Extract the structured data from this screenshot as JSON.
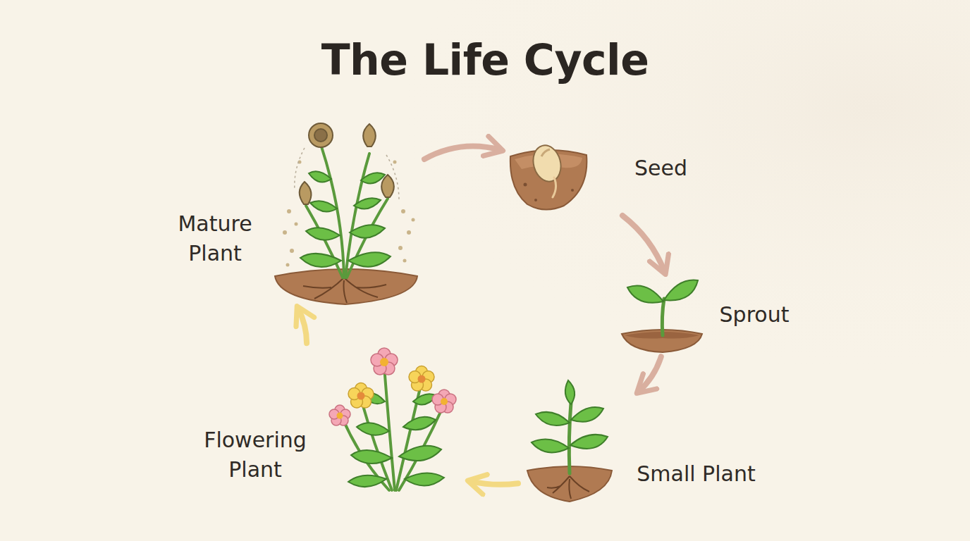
{
  "diagram": {
    "title": "The Life Cycle",
    "nodes": [
      {
        "text": [
          "Seed"
        ]
      },
      {
        "text": [
          "Sprout"
        ]
      },
      {
        "text": [
          "Small Plant"
        ]
      },
      {
        "text": [
          "Flowering Plant"
        ]
      },
      {
        "text": [
          "Mature Plant"
        ]
      }
    ],
    "edges": [
      {
        "from": 0,
        "to": 1,
        "arrow": "to"
      },
      {
        "from": 1,
        "to": 2,
        "arrow": "to"
      },
      {
        "from": 2,
        "to": 3,
        "arrow": "to"
      },
      {
        "from": 3,
        "to": 4,
        "arrow": "to"
      },
      {
        "from": 4,
        "to": 0,
        "arrow": "to"
      }
    ]
  }
}
